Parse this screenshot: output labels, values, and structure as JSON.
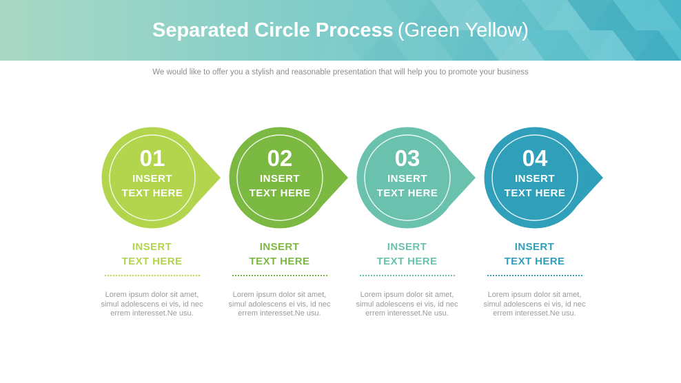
{
  "header": {
    "title_main": "Separated Circle Process",
    "title_sub": "(Green Yellow)",
    "subtitle": "We would like to offer you a stylish and reasonable presentation that will help you to promote your business",
    "gradient_start": "#a9d9c4",
    "gradient_end": "#52becf",
    "pattern_color": "#0f7e99"
  },
  "steps": [
    {
      "number": "01",
      "circle_line1": "INSERT",
      "circle_line2": "TEXT HERE",
      "label_line1": "INSERT",
      "label_line2": "TEXT HERE",
      "description": "Lorem ipsum dolor sit amet,\nsimul adolescens ei vis, id nec\nerrem interesset.Ne usu.",
      "color": "#b3d44d"
    },
    {
      "number": "02",
      "circle_line1": "INSERT",
      "circle_line2": "TEXT HERE",
      "label_line1": "INSERT",
      "label_line2": "TEXT HERE",
      "description": "Lorem ipsum dolor sit amet,\nsimul adolescens ei vis, id nec\nerrem interesset.Ne usu.",
      "color": "#7cb942"
    },
    {
      "number": "03",
      "circle_line1": "INSERT",
      "circle_line2": "TEXT HERE",
      "label_line1": "INSERT",
      "label_line2": "TEXT HERE",
      "description": "Lorem ipsum dolor sit amet,\nsimul adolescens ei vis, id nec\nerrem interesset.Ne usu.",
      "color": "#69c1ae"
    },
    {
      "number": "04",
      "circle_line1": "INSERT",
      "circle_line2": "TEXT HERE",
      "label_line1": "INSERT",
      "label_line2": "TEXT HERE",
      "description": "Lorem ipsum dolor sit amet,\nsimul adolescens ei vis, id nec\nerrem interesset.Ne usu.",
      "color": "#2f9fba"
    }
  ]
}
